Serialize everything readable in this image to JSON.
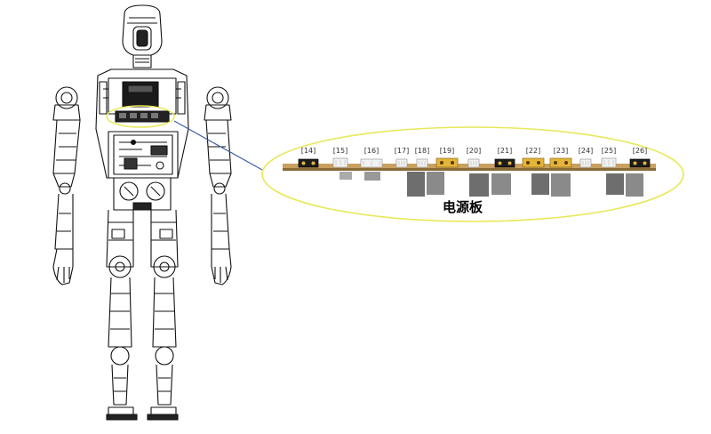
{
  "caption": "电源板",
  "ports": [
    {
      "label": "[14]",
      "kind": "black"
    },
    {
      "label": "[15]",
      "kind": "white"
    },
    {
      "label": "[16]",
      "kind": "white-wide"
    },
    {
      "label": "[17]",
      "kind": "white-small"
    },
    {
      "label": "[18]",
      "kind": "white-small"
    },
    {
      "label": "[19]",
      "kind": "yellow"
    },
    {
      "label": "[20]",
      "kind": "white-small"
    },
    {
      "label": "[21]",
      "kind": "black"
    },
    {
      "label": "[22]",
      "kind": "yellow"
    },
    {
      "label": "[23]",
      "kind": "yellow"
    },
    {
      "label": "[24]",
      "kind": "white-small"
    },
    {
      "label": "[25]",
      "kind": "white"
    },
    {
      "label": "[26]",
      "kind": "black"
    }
  ],
  "colors": {
    "highlight_ellipse": "#e8e85a",
    "leader_line": "#3a5fa8",
    "board": "#c8a060",
    "connector_black": "#1c1c1c",
    "connector_yellow": "#e3b53a",
    "capacitor": "#6e6e6e",
    "robot_line": "#111111"
  }
}
